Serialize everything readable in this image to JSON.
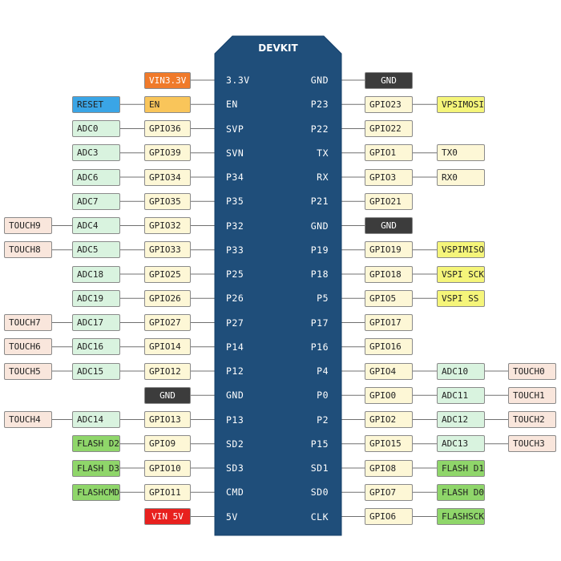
{
  "board": {
    "title": "DEVKIT"
  },
  "colors": {
    "board": "#1f4e7a",
    "board_edge": "#16406a",
    "gpio": "#fdf7d6",
    "adc": "#d9f3df",
    "touch": "#f9e6dc",
    "gnd": "#3c3c3c",
    "vspi": "#f5f57a",
    "flash": "#8fd66a",
    "reset": "#3aa5e6",
    "en": "#f9c55a",
    "vin33": "#f07a2a",
    "vin5": "#e8201e",
    "line": "#707070"
  },
  "pins_left": [
    {
      "label": "3.3V",
      "tags": [
        {
          "text": "VIN3.3V",
          "type": "vin33"
        }
      ]
    },
    {
      "label": "EN",
      "tags": [
        {
          "text": "EN",
          "type": "en"
        },
        {
          "text": "RESET",
          "type": "reset"
        }
      ]
    },
    {
      "label": "SVP",
      "tags": [
        {
          "text": "GPIO36",
          "type": "gpio"
        },
        {
          "text": "ADC0",
          "type": "adc"
        }
      ]
    },
    {
      "label": "SVN",
      "tags": [
        {
          "text": "GPIO39",
          "type": "gpio"
        },
        {
          "text": "ADC3",
          "type": "adc"
        }
      ]
    },
    {
      "label": "P34",
      "tags": [
        {
          "text": "GPIO34",
          "type": "gpio"
        },
        {
          "text": "ADC6",
          "type": "adc"
        }
      ]
    },
    {
      "label": "P35",
      "tags": [
        {
          "text": "GPIO35",
          "type": "gpio"
        },
        {
          "text": "ADC7",
          "type": "adc"
        }
      ]
    },
    {
      "label": "P32",
      "tags": [
        {
          "text": "GPIO32",
          "type": "gpio"
        },
        {
          "text": "ADC4",
          "type": "adc"
        },
        {
          "text": "TOUCH9",
          "type": "touch"
        }
      ]
    },
    {
      "label": "P33",
      "tags": [
        {
          "text": "GPIO33",
          "type": "gpio"
        },
        {
          "text": "ADC5",
          "type": "adc"
        },
        {
          "text": "TOUCH8",
          "type": "touch"
        }
      ]
    },
    {
      "label": "P25",
      "tags": [
        {
          "text": "GPIO25",
          "type": "gpio"
        },
        {
          "text": "ADC18",
          "type": "adc"
        }
      ]
    },
    {
      "label": "P26",
      "tags": [
        {
          "text": "GPIO26",
          "type": "gpio"
        },
        {
          "text": "ADC19",
          "type": "adc"
        }
      ]
    },
    {
      "label": "P27",
      "tags": [
        {
          "text": "GPIO27",
          "type": "gpio"
        },
        {
          "text": "ADC17",
          "type": "adc"
        },
        {
          "text": "TOUCH7",
          "type": "touch"
        }
      ]
    },
    {
      "label": "P14",
      "tags": [
        {
          "text": "GPIO14",
          "type": "gpio"
        },
        {
          "text": "ADC16",
          "type": "adc"
        },
        {
          "text": "TOUCH6",
          "type": "touch"
        }
      ]
    },
    {
      "label": "P12",
      "tags": [
        {
          "text": "GPIO12",
          "type": "gpio"
        },
        {
          "text": "ADC15",
          "type": "adc"
        },
        {
          "text": "TOUCH5",
          "type": "touch"
        }
      ]
    },
    {
      "label": "GND",
      "tags": [
        {
          "text": "GND",
          "type": "gnd"
        }
      ]
    },
    {
      "label": "P13",
      "tags": [
        {
          "text": "GPIO13",
          "type": "gpio"
        },
        {
          "text": "ADC14",
          "type": "adc"
        },
        {
          "text": "TOUCH4",
          "type": "touch"
        }
      ]
    },
    {
      "label": "SD2",
      "tags": [
        {
          "text": "GPIO9",
          "type": "gpio"
        },
        {
          "text": "FLASH D2",
          "type": "flash"
        }
      ]
    },
    {
      "label": "SD3",
      "tags": [
        {
          "text": "GPIO10",
          "type": "gpio"
        },
        {
          "text": "FLASH D3",
          "type": "flash"
        }
      ]
    },
    {
      "label": "CMD",
      "tags": [
        {
          "text": "GPIO11",
          "type": "gpio"
        },
        {
          "text": "FLASHCMD",
          "type": "flash"
        }
      ]
    },
    {
      "label": "5V",
      "tags": [
        {
          "text": "VIN 5V",
          "type": "vin5"
        }
      ]
    }
  ],
  "pins_right": [
    {
      "label": "GND",
      "tags": [
        {
          "text": "GND",
          "type": "gnd"
        }
      ]
    },
    {
      "label": "P23",
      "tags": [
        {
          "text": "GPIO23",
          "type": "gpio"
        },
        {
          "text": "VPSIMOSI",
          "type": "vspi"
        }
      ]
    },
    {
      "label": "P22",
      "tags": [
        {
          "text": "GPIO22",
          "type": "gpio"
        }
      ]
    },
    {
      "label": "TX",
      "tags": [
        {
          "text": "GPIO1",
          "type": "gpio"
        },
        {
          "text": "TX0",
          "type": "gpio"
        }
      ]
    },
    {
      "label": "RX",
      "tags": [
        {
          "text": "GPIO3",
          "type": "gpio"
        },
        {
          "text": "RX0",
          "type": "gpio"
        }
      ]
    },
    {
      "label": "P21",
      "tags": [
        {
          "text": "GPIO21",
          "type": "gpio"
        }
      ]
    },
    {
      "label": "GND",
      "tags": [
        {
          "text": "GND",
          "type": "gnd"
        }
      ]
    },
    {
      "label": "P19",
      "tags": [
        {
          "text": "GPIO19",
          "type": "gpio"
        },
        {
          "text": "VSPIMISO",
          "type": "vspi"
        }
      ]
    },
    {
      "label": "P18",
      "tags": [
        {
          "text": "GPIO18",
          "type": "gpio"
        },
        {
          "text": "VSPI SCK",
          "type": "vspi"
        }
      ]
    },
    {
      "label": "P5",
      "tags": [
        {
          "text": "GPIO5",
          "type": "gpio"
        },
        {
          "text": "VSPI SS",
          "type": "vspi"
        }
      ]
    },
    {
      "label": "P17",
      "tags": [
        {
          "text": "GPIO17",
          "type": "gpio"
        }
      ]
    },
    {
      "label": "P16",
      "tags": [
        {
          "text": "GPIO16",
          "type": "gpio"
        }
      ]
    },
    {
      "label": "P4",
      "tags": [
        {
          "text": "GPIO4",
          "type": "gpio"
        },
        {
          "text": "ADC10",
          "type": "adc"
        },
        {
          "text": "TOUCH0",
          "type": "touch"
        }
      ]
    },
    {
      "label": "P0",
      "tags": [
        {
          "text": "GPIO0",
          "type": "gpio"
        },
        {
          "text": "ADC11",
          "type": "adc"
        },
        {
          "text": "TOUCH1",
          "type": "touch"
        }
      ]
    },
    {
      "label": "P2",
      "tags": [
        {
          "text": "GPIO2",
          "type": "gpio"
        },
        {
          "text": "ADC12",
          "type": "adc"
        },
        {
          "text": "TOUCH2",
          "type": "touch"
        }
      ]
    },
    {
      "label": "P15",
      "tags": [
        {
          "text": "GPIO15",
          "type": "gpio"
        },
        {
          "text": "ADC13",
          "type": "adc"
        },
        {
          "text": "TOUCH3",
          "type": "touch"
        }
      ]
    },
    {
      "label": "SD1",
      "tags": [
        {
          "text": "GPIO8",
          "type": "gpio"
        },
        {
          "text": "FLASH D1",
          "type": "flash"
        }
      ]
    },
    {
      "label": "SD0",
      "tags": [
        {
          "text": "GPIO7",
          "type": "gpio"
        },
        {
          "text": "FLASH D0",
          "type": "flash"
        }
      ]
    },
    {
      "label": "CLK",
      "tags": [
        {
          "text": "GPIO6",
          "type": "gpio"
        },
        {
          "text": "FLASHSCK",
          "type": "flash"
        }
      ]
    }
  ]
}
